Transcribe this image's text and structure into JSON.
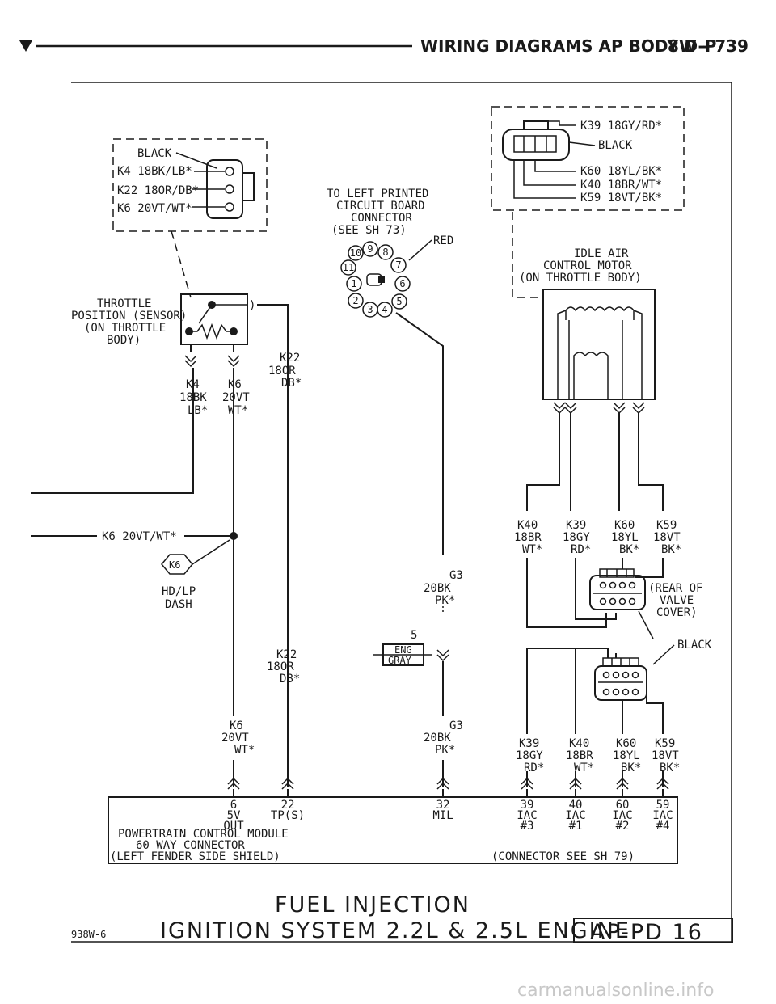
{
  "header": {
    "title": "WIRING DIAGRAMS AP BODY D-P",
    "page": "8W - 739"
  },
  "tps_connector": {
    "color": "BLACK",
    "wires": [
      "K4 18BK/LB*",
      "K22 18OR/DB*",
      "K6 20VT/WT*"
    ]
  },
  "tps": {
    "label": [
      "THROTTLE",
      "POSITION (SENSOR)",
      "(ON THROTTLE",
      "BODY)"
    ],
    "k4": [
      "K4",
      "18BK",
      "LB*"
    ],
    "k6": [
      "K6",
      "20VT",
      "WT*"
    ],
    "k22": [
      "K22",
      "18OR",
      "DB*"
    ]
  },
  "k6_main": "K6 20VT/WT*",
  "splice": {
    "id": "K6",
    "location": [
      "HD/LP",
      "DASH"
    ]
  },
  "pcb_note": [
    "TO LEFT PRINTED",
    "CIRCUIT BOARD",
    "CONNECTOR",
    "(SEE SH 73)"
  ],
  "round_connector": {
    "color": "RED",
    "pins": [
      "1",
      "2",
      "3",
      "4",
      "5",
      "6",
      "7",
      "8",
      "9",
      "10",
      "11"
    ]
  },
  "g3_upper": [
    "G3",
    "20BK",
    "PK*"
  ],
  "eng_connector": {
    "pin": "5",
    "label": [
      "ENG",
      "GRAY"
    ]
  },
  "g3_lower": [
    "G3",
    "20BK",
    "PK*"
  ],
  "k22_lower": [
    "K22",
    "18OR",
    "DB*"
  ],
  "k6_lower": [
    "K6",
    "20VT",
    "WT*"
  ],
  "iac_connector": {
    "color": "BLACK",
    "wires": [
      "K39 18GY/RD*",
      "K60 18YL/BK*",
      "K40 18BR/WT*",
      "K59 18VT/BK*"
    ]
  },
  "iac_motor": [
    "IDLE AIR",
    "CONTROL MOTOR",
    "(ON THROTTLE BODY)"
  ],
  "upper_wires": [
    [
      "K40",
      "18BR",
      "WT*"
    ],
    [
      "K39",
      "18GY",
      "RD*"
    ],
    [
      "K60",
      "18YL",
      "BK*"
    ],
    [
      "K59",
      "18VT",
      "BK*"
    ]
  ],
  "rear_valve": [
    "(REAR OF",
    "VALVE",
    "COVER)"
  ],
  "black_label": "BLACK",
  "lower_wires": [
    [
      "K39",
      "18GY",
      "RD*"
    ],
    [
      "K40",
      "18BR",
      "WT*"
    ],
    [
      "K60",
      "18YL",
      "BK*"
    ],
    [
      "K59",
      "18VT",
      "BK*"
    ]
  ],
  "pcm": {
    "lines": [
      "POWERTRAIN CONTROL MODULE",
      "60 WAY CONNECTOR",
      "(LEFT FENDER SIDE SHIELD)"
    ],
    "note": "(CONNECTOR SEE SH 79)",
    "pins": [
      [
        "6",
        "5V",
        "OUT"
      ],
      [
        "22",
        "TP(S)"
      ],
      [
        "32",
        "MIL"
      ],
      [
        "39",
        "IAC",
        "#3"
      ],
      [
        "40",
        "IAC",
        "#1"
      ],
      [
        "60",
        "IAC",
        "#2"
      ],
      [
        "59",
        "IAC",
        "#4"
      ]
    ]
  },
  "footer": {
    "line1": "FUEL INJECTION",
    "line2": "IGNITION SYSTEM 2.2L & 2.5L ENGINE",
    "figure_id": "938W-6",
    "sheet": "AP-PD 16"
  },
  "watermark": "carmanualsonline.info"
}
